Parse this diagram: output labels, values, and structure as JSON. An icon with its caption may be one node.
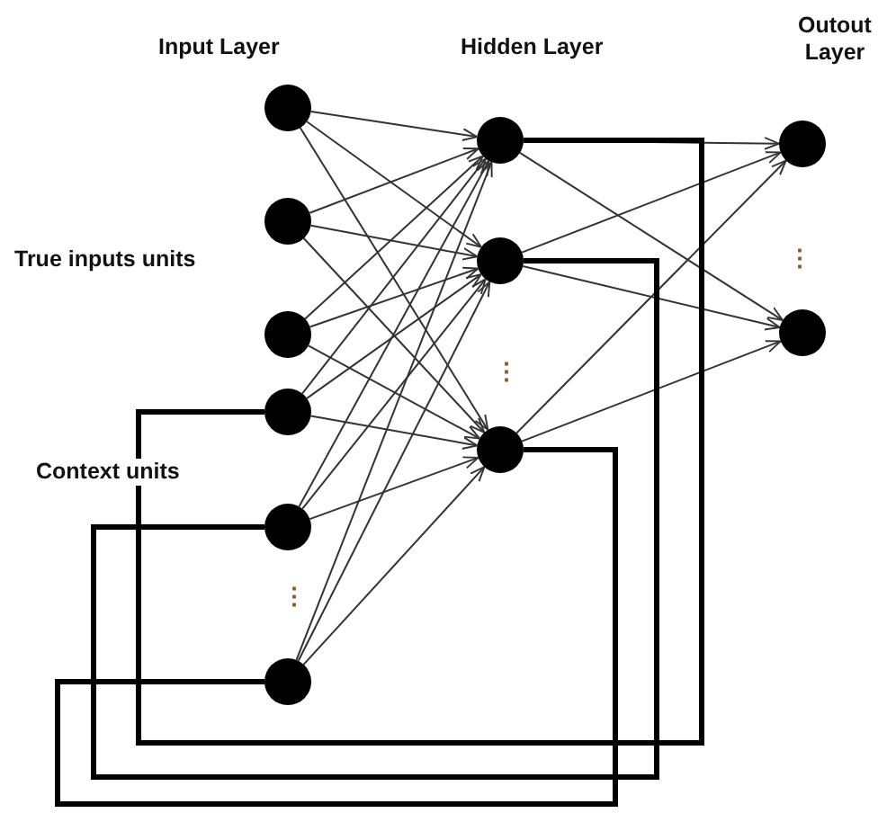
{
  "diagram": {
    "nodes": [
      {
        "text": [],
        "shape": "circle"
      },
      {
        "text": [],
        "shape": "circle"
      },
      {
        "text": [],
        "shape": "circle"
      },
      {
        "text": [],
        "shape": "circle"
      },
      {
        "text": [],
        "shape": "circle"
      },
      {
        "text": [],
        "shape": "circle"
      },
      {
        "text": [],
        "shape": "circle"
      },
      {
        "text": [],
        "shape": "circle"
      },
      {
        "text": [],
        "shape": "circle"
      },
      {
        "text": [],
        "shape": "circle"
      },
      {
        "text": [],
        "shape": "circle"
      }
    ],
    "edges": [
      {
        "from": 0,
        "to": 6,
        "arrow": "to"
      },
      {
        "from": 0,
        "to": 7,
        "arrow": "to"
      },
      {
        "from": 0,
        "to": 8,
        "arrow": "to"
      },
      {
        "from": 1,
        "to": 6,
        "arrow": "to"
      },
      {
        "from": 1,
        "to": 7,
        "arrow": "to"
      },
      {
        "from": 1,
        "to": 8,
        "arrow": "to"
      },
      {
        "from": 2,
        "to": 6,
        "arrow": "to"
      },
      {
        "from": 2,
        "to": 7,
        "arrow": "to"
      },
      {
        "from": 2,
        "to": 8,
        "arrow": "to"
      },
      {
        "from": 3,
        "to": 6,
        "arrow": "to"
      },
      {
        "from": 3,
        "to": 7,
        "arrow": "to"
      },
      {
        "from": 3,
        "to": 8,
        "arrow": "to"
      },
      {
        "from": 4,
        "to": 6,
        "arrow": "to"
      },
      {
        "from": 4,
        "to": 7,
        "arrow": "to"
      },
      {
        "from": 4,
        "to": 8,
        "arrow": "to"
      },
      {
        "from": 5,
        "to": 6,
        "arrow": "to"
      },
      {
        "from": 5,
        "to": 7,
        "arrow": "to"
      },
      {
        "from": 5,
        "to": 8,
        "arrow": "to"
      },
      {
        "from": 6,
        "to": 9,
        "arrow": "to"
      },
      {
        "from": 6,
        "to": 10,
        "arrow": "to"
      },
      {
        "from": 7,
        "to": 9,
        "arrow": "to"
      },
      {
        "from": 7,
        "to": 10,
        "arrow": "to"
      },
      {
        "from": 8,
        "to": 9,
        "arrow": "to"
      },
      {
        "from": 8,
        "to": 10,
        "arrow": "to"
      },
      {
        "from": 6,
        "to": 3,
        "arrow": "none",
        "style": "thick"
      },
      {
        "from": 7,
        "to": 4,
        "arrow": "none",
        "style": "thick"
      },
      {
        "from": 8,
        "to": 5,
        "arrow": "none",
        "style": "thick"
      }
    ],
    "labels": [
      "Input Layer",
      "Hidden Layer",
      "Outout Layer",
      "⋮",
      "True inputs units",
      "⋮",
      "Context units",
      "⋮"
    ]
  }
}
